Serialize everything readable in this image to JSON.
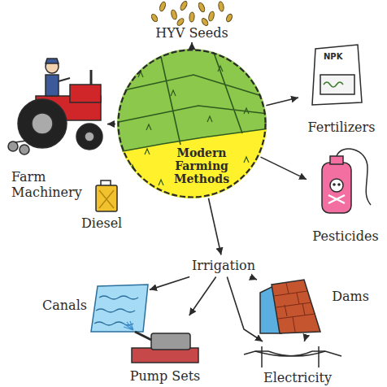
{
  "diagram": {
    "nodes": [
      {
        "text": [
          "HYV Seeds"
        ]
      },
      {
        "text": [
          "Modern Farming Methods"
        ]
      },
      {
        "text": [
          "Fertilizers"
        ]
      },
      {
        "text": [
          "Farm Machinery"
        ]
      },
      {
        "text": [
          "Pesticides"
        ]
      },
      {
        "text": [
          "Irrigation"
        ]
      },
      {
        "text": [
          "Canals"
        ]
      },
      {
        "text": [
          "Dams"
        ]
      },
      {
        "text": [
          "Pump Sets"
        ]
      },
      {
        "text": [
          "Electricity"
        ]
      }
    ],
    "edges": [
      {
        "from": 1,
        "to": 0,
        "arrow": "to"
      },
      {
        "from": 1,
        "to": 2,
        "arrow": "to"
      },
      {
        "from": 1,
        "to": 3,
        "arrow": "to"
      },
      {
        "from": 1,
        "to": 4,
        "arrow": "to"
      },
      {
        "from": 1,
        "to": 5,
        "arrow": "to"
      },
      {
        "from": 5,
        "to": 6,
        "arrow": "to"
      },
      {
        "from": 5,
        "to": 7,
        "arrow": "to"
      },
      {
        "from": 5,
        "to": 8,
        "arrow": "to"
      },
      {
        "from": 5,
        "to": 9,
        "arrow": "to"
      },
      {
        "from": 7,
        "to": 9,
        "arrow": "to"
      }
    ],
    "labels": [
      "Diesel",
      "NPK"
    ]
  }
}
